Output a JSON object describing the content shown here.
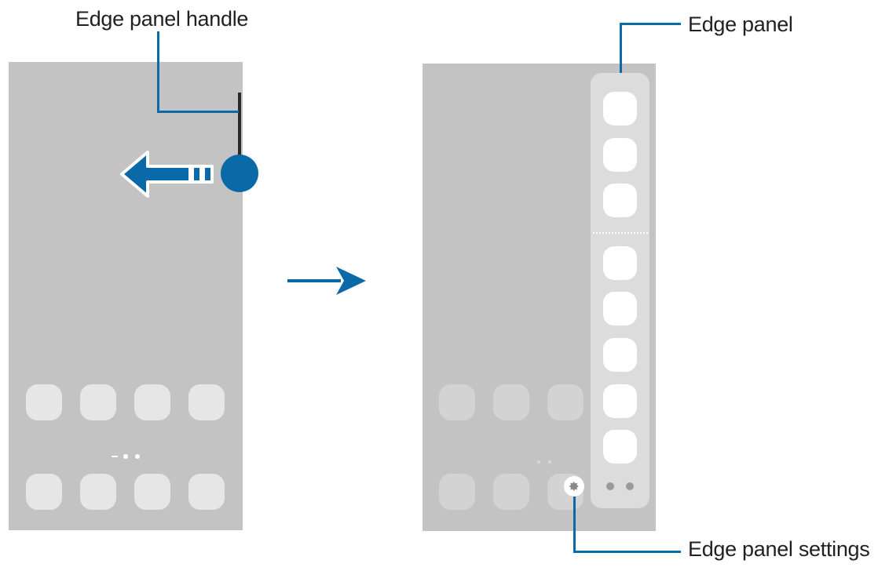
{
  "callouts": {
    "handle": "Edge panel handle",
    "panel": "Edge panel",
    "settings": "Edge panel settings"
  },
  "colors": {
    "accent": "#0a6aa8",
    "screen": "#c3c3c3",
    "panel": "#dcdcdc",
    "app_icon": "#e6e6e6",
    "text": "#231f20"
  },
  "icons": {
    "swipe": "left-arrow-icon",
    "transition": "right-arrow-icon",
    "settings": "gear-icon"
  }
}
